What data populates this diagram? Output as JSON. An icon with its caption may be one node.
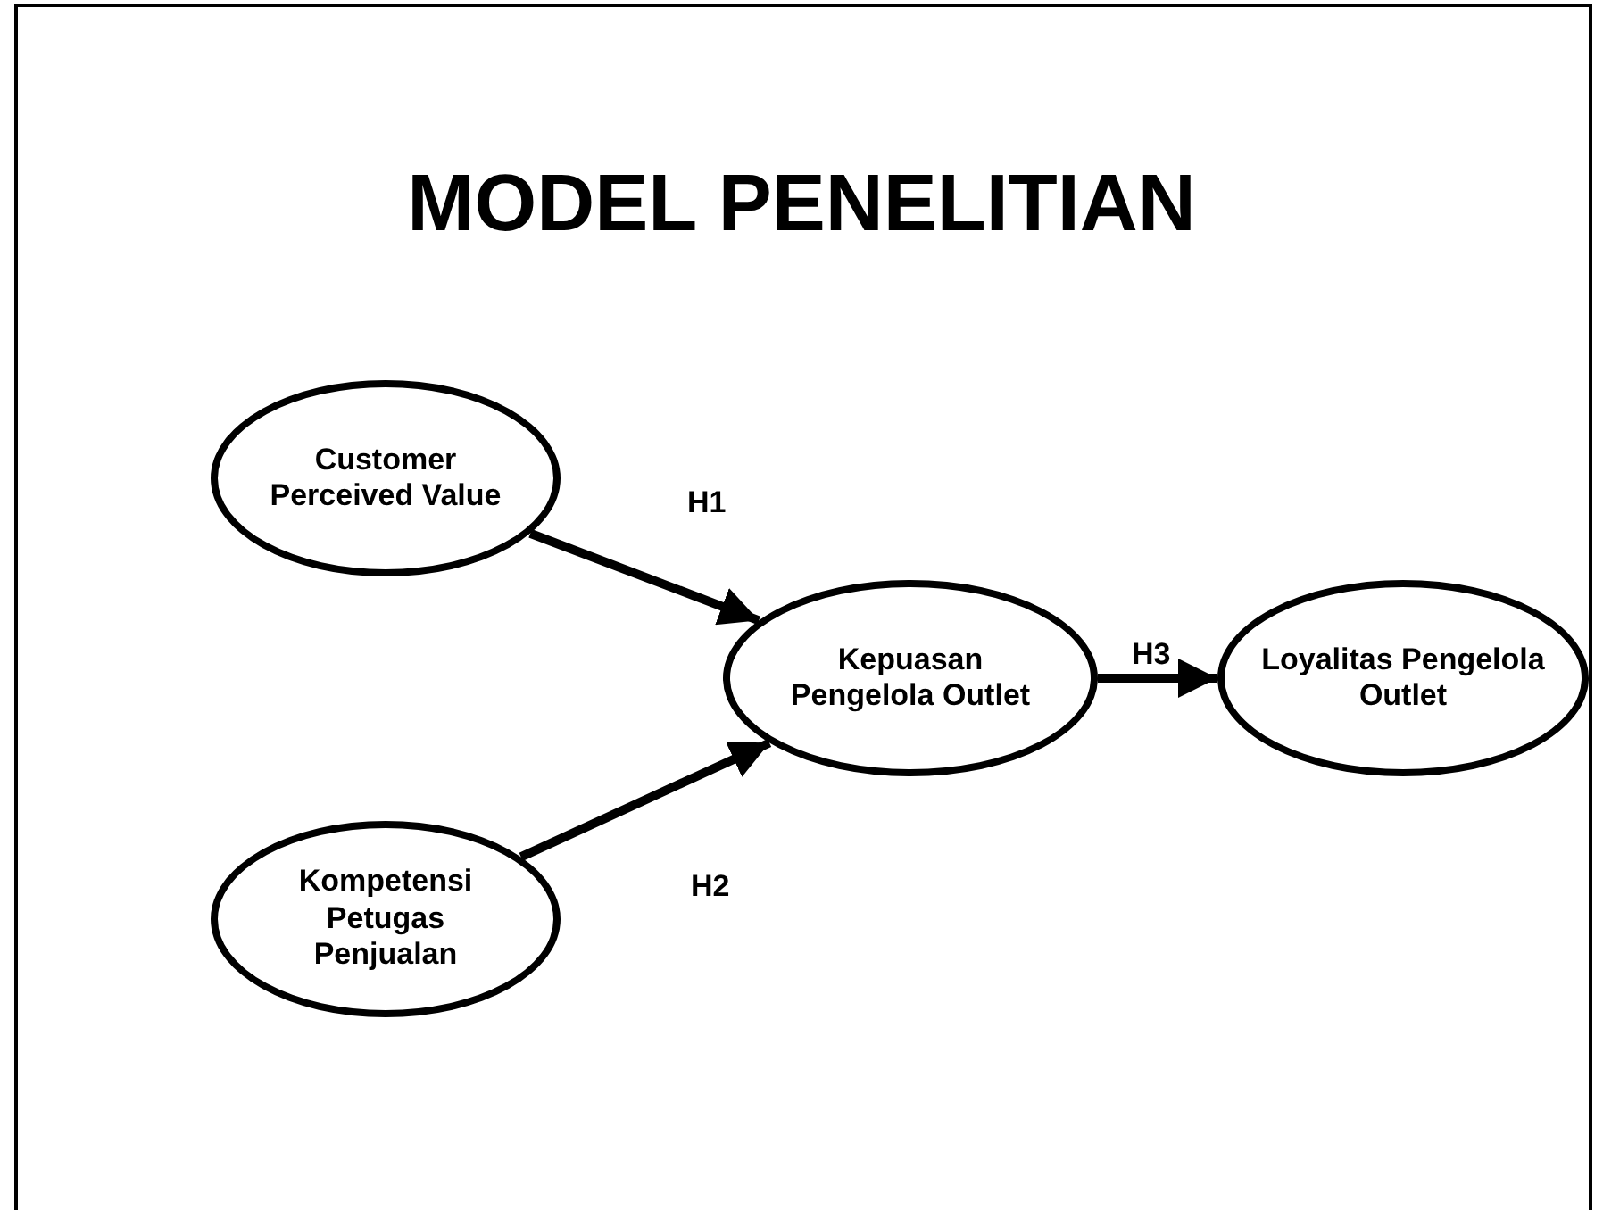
{
  "diagram": {
    "title": "MODEL PENELITIAN",
    "nodes": [
      {
        "text": [
          "Customer Perceived Value"
        ]
      },
      {
        "text": [
          "Kepuasan Pengelola Outlet"
        ]
      },
      {
        "text": [
          "Loyalitas Pengelola Outlet"
        ]
      },
      {
        "text": [
          "Kompetensi Petugas Penjualan"
        ]
      }
    ],
    "edges": [
      {
        "from": 0,
        "to": 1,
        "arrow": "to",
        "label": "H1"
      },
      {
        "from": 3,
        "to": 1,
        "arrow": "to",
        "label": "H2"
      },
      {
        "from": 1,
        "to": 2,
        "arrow": "to",
        "label": "H3"
      }
    ]
  }
}
